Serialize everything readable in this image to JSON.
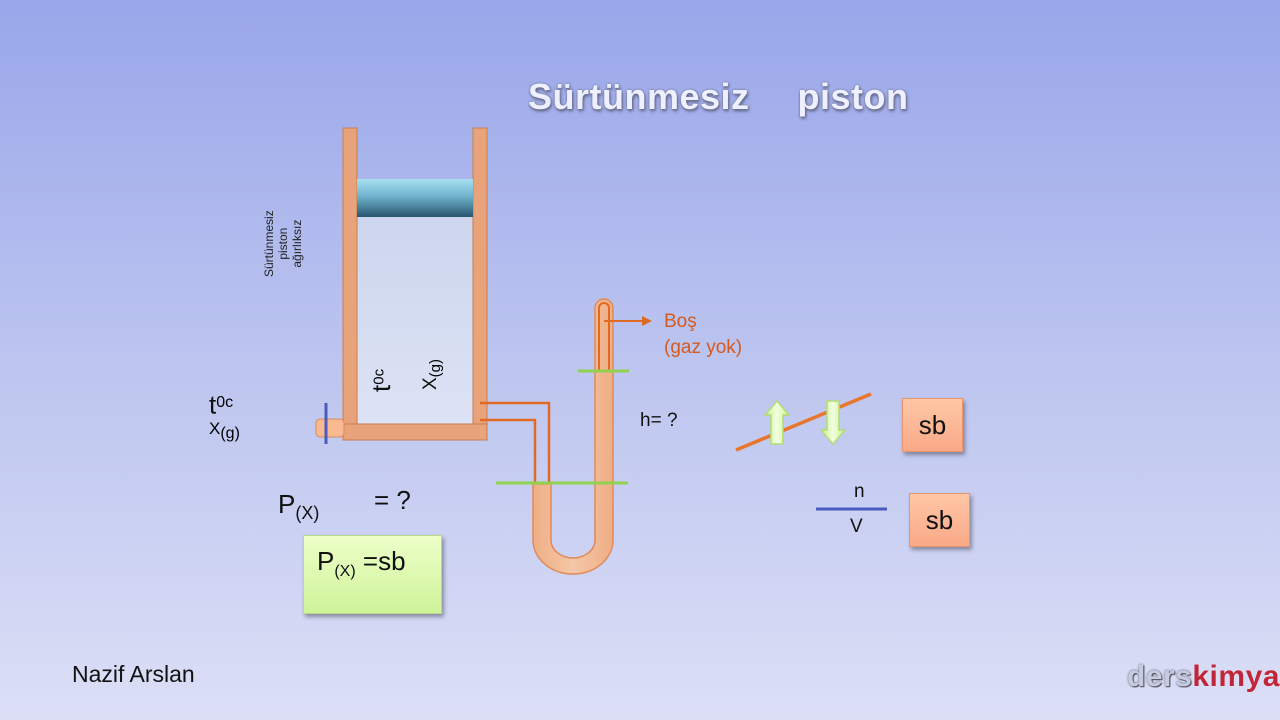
{
  "slide": {
    "title_word1": "Sürtünmesiz",
    "title_word2": "piston",
    "piston_label_line1": "Sürtünmesiz",
    "piston_label_line2": "piston",
    "piston_label_line3": "ağırlıksız",
    "inside_temp": "t",
    "inside_temp_sup": "0c",
    "inside_gas": "X",
    "inside_gas_sub": "(g)",
    "valve_temp": "t",
    "valve_temp_sup": "0c",
    "valve_gas": "X",
    "valve_gas_sub": "(g)",
    "empty_line1": "Boş",
    "empty_line2": "(gaz yok)",
    "height_question": "h= ?",
    "pressure_label": "P",
    "pressure_sub": "(X)",
    "pressure_question": "= ?",
    "answer_label": "P",
    "answer_sub": "(X)",
    "answer_value": " =sb",
    "sb_top": "sb",
    "sb_bottom": "sb",
    "fraction_numerator": "n",
    "fraction_denominator": "V",
    "author": "Nazif  Arslan",
    "brand_part1": "ders",
    "brand_part2": "kimya"
  },
  "colors": {
    "tube_orange": "#f0b58d",
    "wall_orange": "#d98b5c",
    "line_orange": "#e06a24",
    "green_line": "#92d050",
    "blue_line": "#4a5bbd",
    "piston_blue": "#2f6d8a"
  }
}
